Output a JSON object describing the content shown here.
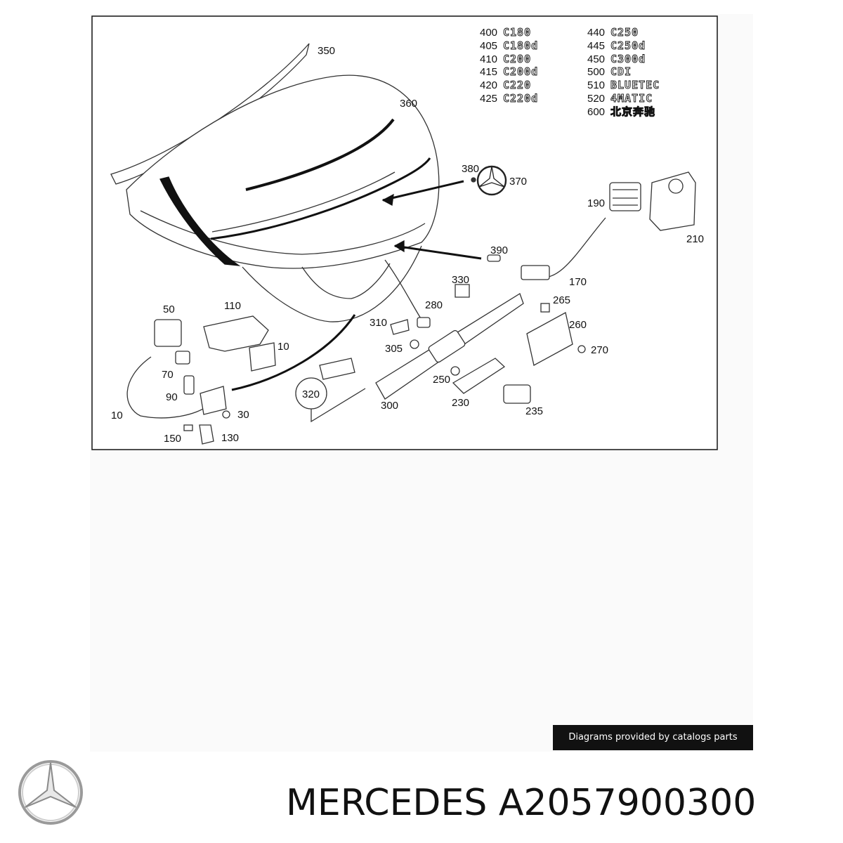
{
  "diagram": {
    "callouts": [
      {
        "id": "c350",
        "text": "350"
      },
      {
        "id": "c360",
        "text": "360"
      },
      {
        "id": "c380",
        "text": "380"
      },
      {
        "id": "c370",
        "text": "370"
      },
      {
        "id": "c190",
        "text": "190"
      },
      {
        "id": "c210",
        "text": "210"
      },
      {
        "id": "c390",
        "text": "390"
      },
      {
        "id": "c330",
        "text": "330"
      },
      {
        "id": "c170",
        "text": "170"
      },
      {
        "id": "c265",
        "text": "265"
      },
      {
        "id": "c280",
        "text": "280"
      },
      {
        "id": "c310",
        "text": "310"
      },
      {
        "id": "c260",
        "text": "260"
      },
      {
        "id": "c305",
        "text": "305"
      },
      {
        "id": "c270",
        "text": "270"
      },
      {
        "id": "c250",
        "text": "250"
      },
      {
        "id": "c320",
        "text": "320"
      },
      {
        "id": "c300",
        "text": "300"
      },
      {
        "id": "c230",
        "text": "230"
      },
      {
        "id": "c235",
        "text": "235"
      },
      {
        "id": "c50",
        "text": "50"
      },
      {
        "id": "c110",
        "text": "110"
      },
      {
        "id": "c10a",
        "text": "10"
      },
      {
        "id": "c70",
        "text": "70"
      },
      {
        "id": "c90",
        "text": "90"
      },
      {
        "id": "c10b",
        "text": "10"
      },
      {
        "id": "c30",
        "text": "30"
      },
      {
        "id": "c150",
        "text": "150"
      },
      {
        "id": "c130",
        "text": "130"
      }
    ],
    "badges_left": [
      {
        "num": "400",
        "label": "C180"
      },
      {
        "num": "405",
        "label": "C180d"
      },
      {
        "num": "410",
        "label": "C200"
      },
      {
        "num": "415",
        "label": "C200d"
      },
      {
        "num": "420",
        "label": "C220"
      },
      {
        "num": "425",
        "label": "C220d"
      }
    ],
    "badges_right": [
      {
        "num": "440",
        "label": "C250"
      },
      {
        "num": "445",
        "label": "C250d"
      },
      {
        "num": "450",
        "label": "C300d"
      },
      {
        "num": "500",
        "label": "CDI"
      },
      {
        "num": "510",
        "label": "BLUETEC"
      },
      {
        "num": "520",
        "label": "4MATIC"
      },
      {
        "num": "600",
        "label": "北京奔驰"
      }
    ]
  },
  "credit": "Diagrams provided by catalogs parts",
  "brand_line": "MERCEDES A2057900300",
  "logo_icon": "mercedes-star-icon",
  "colors": {
    "ink": "#111111",
    "frame": "#222222",
    "panel": "#fafafa"
  }
}
